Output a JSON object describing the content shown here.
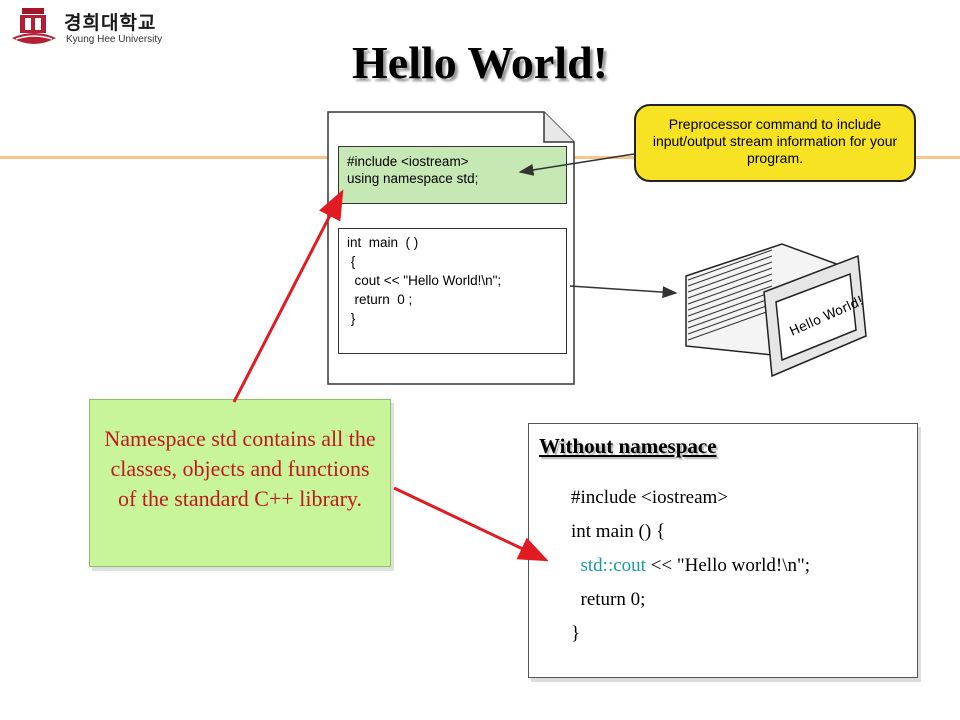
{
  "header": {
    "logo_korean": "경희대학교",
    "logo_english": "Kyung Hee University"
  },
  "slide": {
    "title": "Hello World!"
  },
  "source_file": {
    "header_lines": [
      "#include <iostream>",
      "using namespace std;"
    ],
    "main_lines": [
      "int  main  ( )",
      " {",
      "  cout << \"Hello World!\\n\";",
      "  return  0 ;",
      " }"
    ]
  },
  "callout": {
    "text": "Preprocessor command to include input/output stream information for your program."
  },
  "monitor": {
    "screen_text": "Hello World!"
  },
  "note": {
    "text": "Namespace std contains all the classes, objects and functions of the standard C++ library."
  },
  "without_namespace": {
    "title": "Without  namespace",
    "line1": "#include <iostream>",
    "line2": "int main () {",
    "line3_std": "std::cout",
    "line3_rest": " << \"Hello world!\\n\";",
    "line4": "return 0;",
    "line5": "}"
  },
  "colors": {
    "arrow_red": "#e11b22",
    "note_text": "#c0181d",
    "callout_yellow": "#f7e224",
    "code_green_bg": "#c6e8b4",
    "std_teal": "#1a9aa8"
  }
}
